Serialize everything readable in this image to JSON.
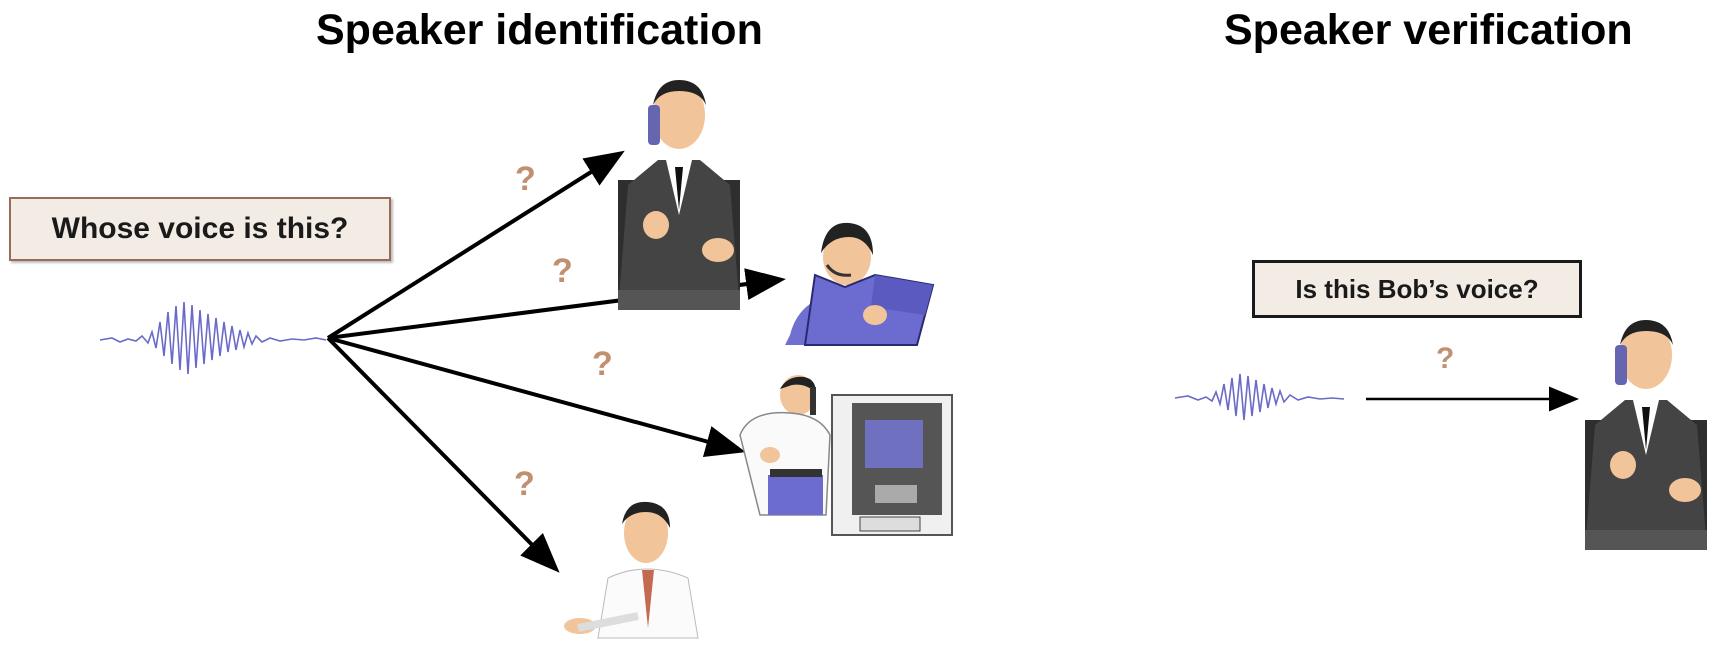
{
  "left_panel": {
    "title": "Speaker identification",
    "question": "Whose voice is this?",
    "question_marks": [
      "?",
      "?",
      "?",
      "?"
    ]
  },
  "right_panel": {
    "title": "Speaker verification",
    "question": "Is this Bob’s voice?",
    "question_mark": "?"
  },
  "colors": {
    "waveform": "#6a6ac8",
    "arrow": "#000000",
    "question_mark": "#c09070",
    "question_box_fill": "#f3ece4",
    "suit": "#3a3a3a",
    "skin": "#f2c49a",
    "purple_clothing": "#7070d0"
  }
}
